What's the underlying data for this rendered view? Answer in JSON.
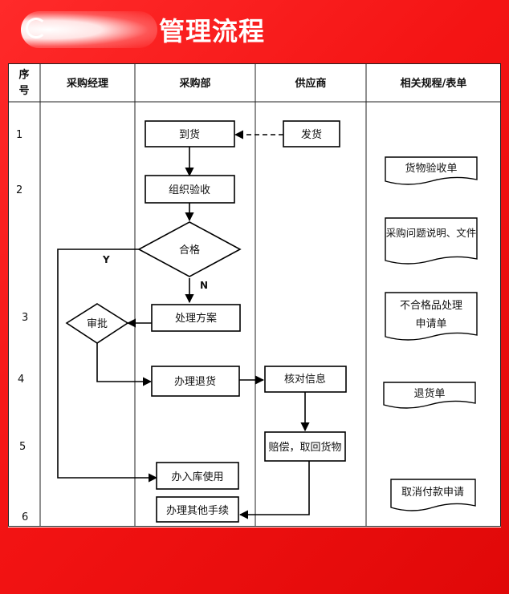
{
  "header": {
    "title": "管理流程"
  },
  "table": {
    "columns": [
      "序\n号",
      "采购经理",
      "采购部",
      "供应商",
      "相关规程/表单"
    ],
    "row_numbers": [
      "1",
      "2",
      "3",
      "4",
      "5",
      "6"
    ]
  },
  "flow": {
    "daohuo": "到货",
    "fahuo": "发货",
    "zuzhi": "组织验收",
    "hege": "合格",
    "yes": "Y",
    "no": "N",
    "shenpi": "审批",
    "chuli": "处理方案",
    "tuihuo": "办理退货",
    "hedui": "核对信息",
    "peichang": "赔偿，取回货物",
    "ruku": "办入库使用",
    "qita": "办理其他手续"
  },
  "forms": {
    "yanshou": "货物验收单",
    "wenti": "采购问题说明、文件",
    "buhege_1": "不合格品处理",
    "buhege_2": "申请单",
    "tuihuodan": "退货单",
    "quxiao": "取消付款申请"
  }
}
